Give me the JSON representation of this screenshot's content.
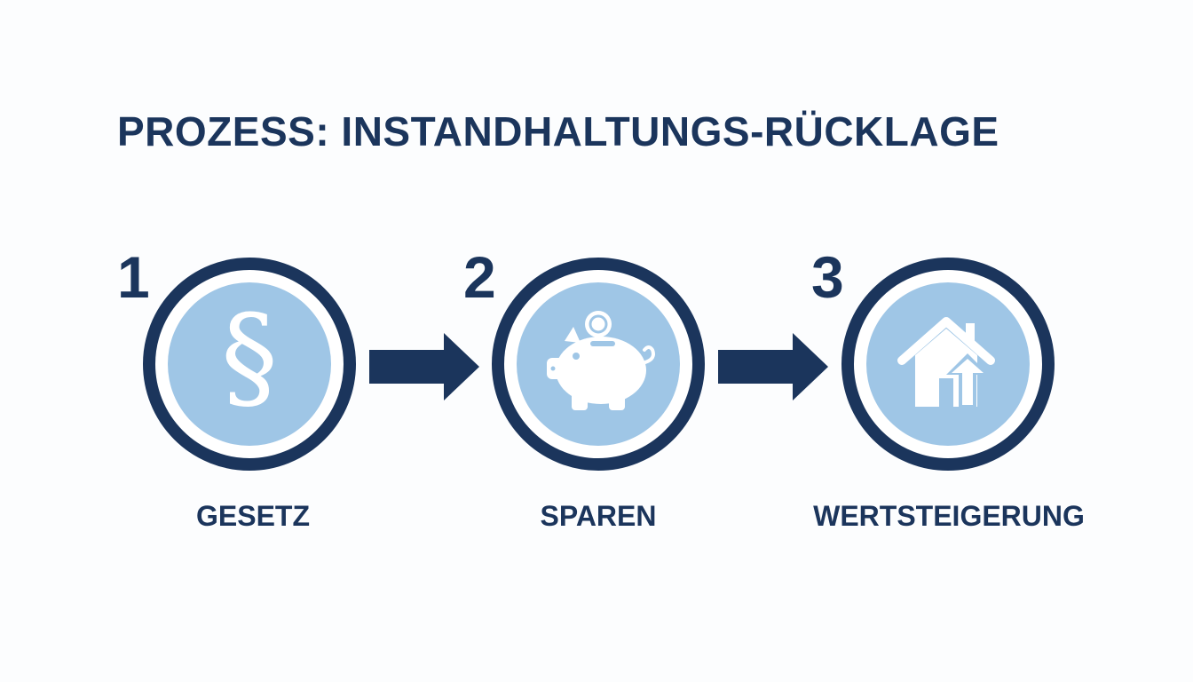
{
  "title": "PROZESS: INSTANDHALTUNGS-RÜCKLAGE",
  "colors": {
    "primary": "#1b355c",
    "circle_fill": "#9fc6e6",
    "ring_gap": "#ffffff",
    "icon": "#ffffff",
    "background": "#fcfdfe"
  },
  "steps": [
    {
      "number": "1",
      "label": "GESETZ",
      "icon": "paragraph-icon",
      "glyph": "§"
    },
    {
      "number": "2",
      "label": "SPAREN",
      "icon": "piggy-bank-icon"
    },
    {
      "number": "3",
      "label": "WERTSTEIGERUNG",
      "icon": "house-growth-icon"
    }
  ],
  "connectors": [
    "arrow-right-icon",
    "arrow-right-icon"
  ]
}
